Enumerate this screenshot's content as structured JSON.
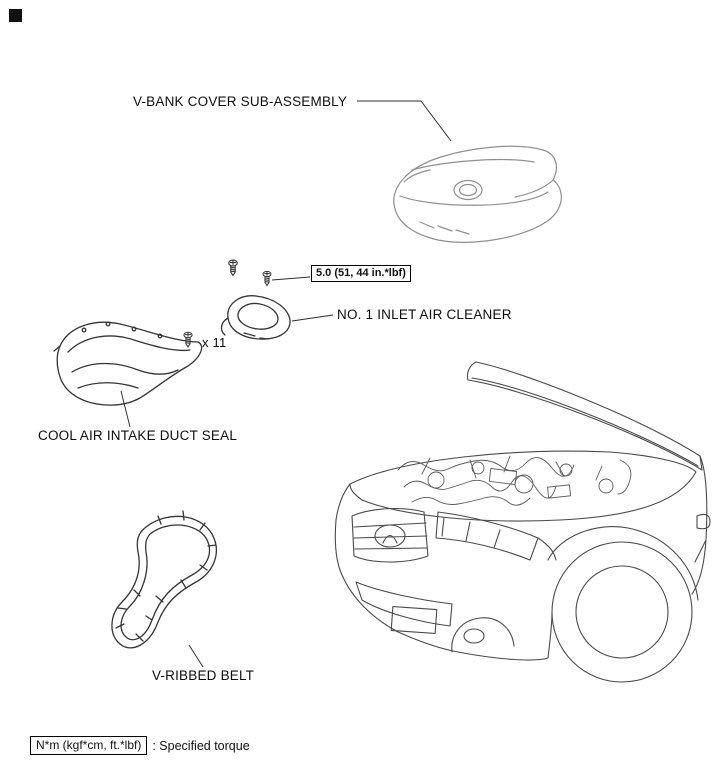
{
  "doc": {
    "background": "#ffffff",
    "line_color": "#3c3c3c",
    "car_line_color": "#4a4a4a",
    "cover_line_color": "#8f8f8f",
    "marker_color": "#111111"
  },
  "callouts": {
    "v_bank_cover": {
      "label": "V-BANK COVER SUB-ASSEMBLY"
    },
    "torque": {
      "value": "5.0 (51, 44 in.*lbf)"
    },
    "inlet_air_cleaner": {
      "label": "NO. 1 INLET AIR CLEANER"
    },
    "bolt_count": {
      "label": "x 11"
    },
    "duct_seal": {
      "label": "COOL AIR INTAKE DUCT SEAL"
    },
    "belt": {
      "label": "V-RIBBED BELT"
    }
  },
  "drawings": {
    "v_bank_cover": "engine v-bank cover line drawing",
    "inlet_air_cleaner": "inlet air cleaner scoop line drawing",
    "duct_seal": "cool air intake duct seal line drawing",
    "v_ribbed_belt": "serpentine belt line drawing",
    "car_front": "vehicle front with hood open line drawing",
    "bolt": "bolt fastener icon"
  },
  "legend": {
    "torque_symbol": "N*m (kgf*cm, ft.*lbf)",
    "description": ": Specified torque"
  }
}
